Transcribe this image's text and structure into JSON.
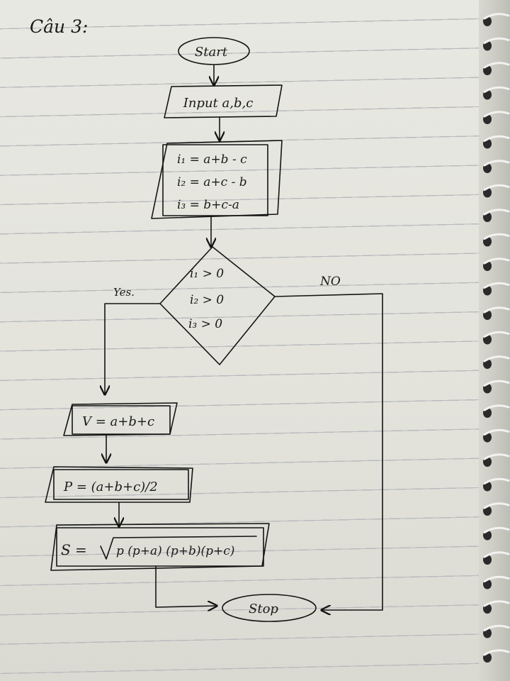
{
  "heading": "Câu 3:",
  "start_label": "Start",
  "input_label": "Input a,b,c",
  "assign_lines": [
    "i₁ = a+b - c",
    "i₂ = a+c - b",
    "i₃ = b+c-a"
  ],
  "decision_lines": [
    "i₁ > 0",
    "i₂ > 0",
    "i₃ > 0"
  ],
  "yes_label": "Yes.",
  "no_label": "NO",
  "v_label": "V = a+b+c",
  "p_label": "P = (a+b+c)/2",
  "s_prefix": "S = ",
  "s_radicand": "p (p+a) (p+b)(p+c)",
  "stop_label": "Stop"
}
